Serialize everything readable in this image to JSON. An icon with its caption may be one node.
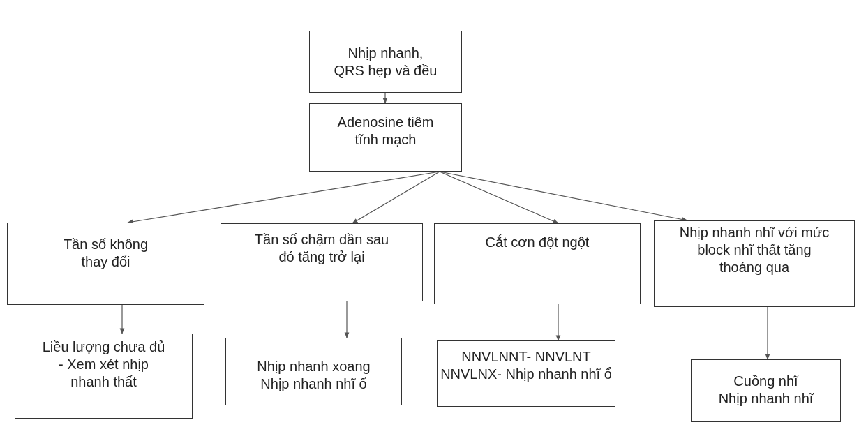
{
  "diagram": {
    "nodes": [
      {
        "text": [
          "Nhịp nhanh, QRS hẹp và đều"
        ]
      },
      {
        "text": [
          "Adenosine tiêm tĩnh mạch"
        ]
      },
      {
        "text": [
          "Tần số không thay đổi"
        ]
      },
      {
        "text": [
          "Tần số chậm dần sau đó tăng trở lại"
        ]
      },
      {
        "text": [
          "Cắt cơn đột ngột"
        ]
      },
      {
        "text": [
          "Nhịp nhanh nhĩ với mức block nhĩ thất tăng thoáng qua"
        ]
      },
      {
        "text": [
          "Liều lượng chưa đủ - Xem xét nhịp nhanh thất"
        ]
      },
      {
        "text": [
          "Nhịp nhanh xoang",
          "Nhịp nhanh nhĩ ổ"
        ]
      },
      {
        "text": [
          "NNVLNNT- NNVLNT",
          "NNVLNX- Nhịp nhanh nhĩ ổ"
        ]
      },
      {
        "text": [
          "Cuồng nhĩ",
          "Nhịp nhanh nhĩ"
        ]
      }
    ],
    "edges": [
      {
        "from": 0,
        "to": 1,
        "arrow": "to"
      },
      {
        "from": 1,
        "to": 2,
        "arrow": "to"
      },
      {
        "from": 1,
        "to": 3,
        "arrow": "to"
      },
      {
        "from": 1,
        "to": 4,
        "arrow": "to"
      },
      {
        "from": 1,
        "to": 5,
        "arrow": "to"
      },
      {
        "from": 2,
        "to": 6,
        "arrow": "to"
      },
      {
        "from": 3,
        "to": 7,
        "arrow": "to"
      },
      {
        "from": 4,
        "to": 8,
        "arrow": "to"
      },
      {
        "from": 5,
        "to": 9,
        "arrow": "to"
      }
    ]
  }
}
